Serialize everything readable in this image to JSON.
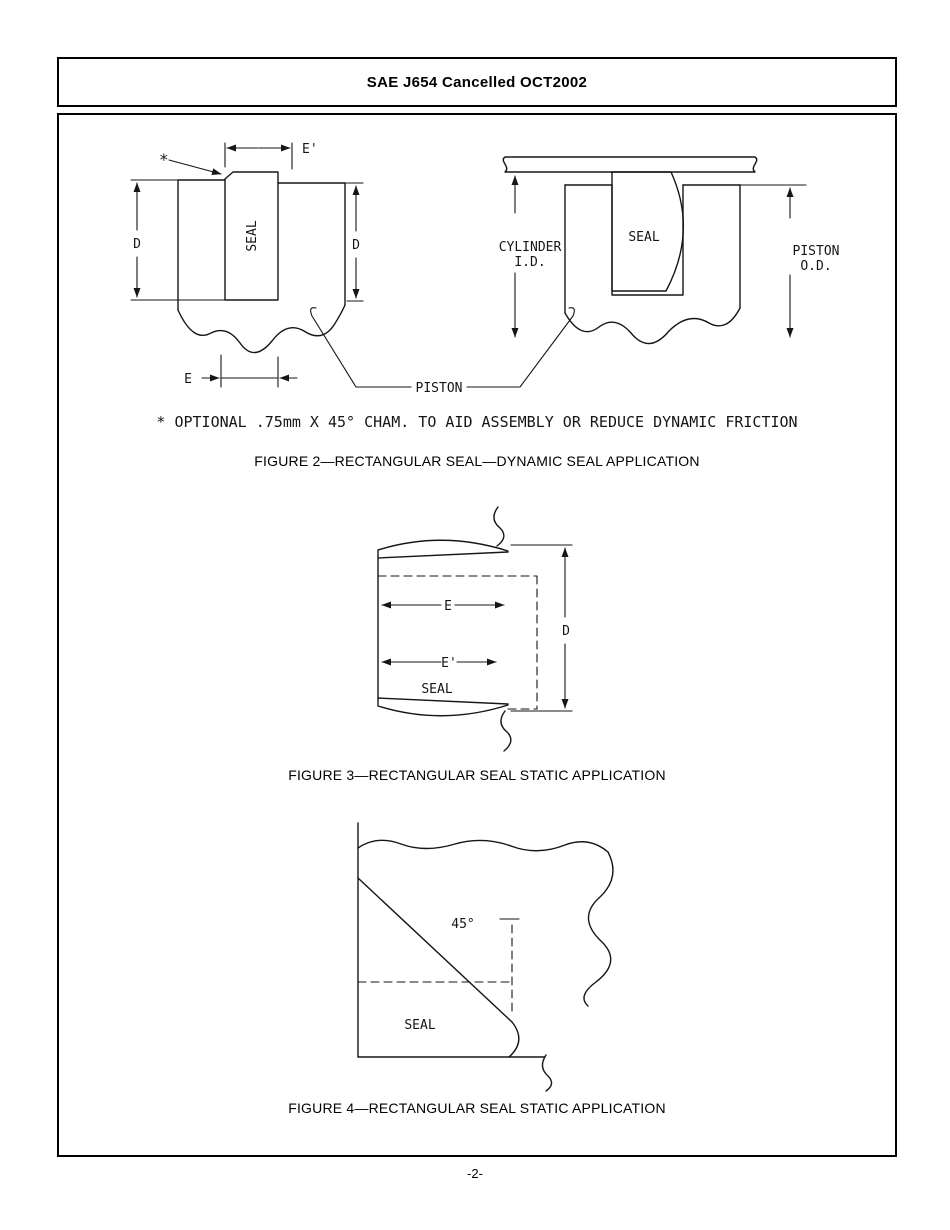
{
  "header": {
    "title": "SAE J654 Cancelled OCT2002"
  },
  "figure2": {
    "labels": {
      "asterisk": "*",
      "e_prime": "E'",
      "e": "E",
      "d_left": "D",
      "d_right": "D",
      "seal_left": "SEAL",
      "seal_right": "SEAL",
      "cylinder_line1": "CYLINDER",
      "cylinder_line2": "I.D.",
      "piston_od_line1": "PISTON",
      "piston_od_line2": "O.D.",
      "piston_leader": "PISTON"
    },
    "note": "* OPTIONAL .75mm X 45° CHAM. TO AID ASSEMBLY OR REDUCE DYNAMIC FRICTION",
    "caption": "FIGURE 2—RECTANGULAR SEAL—DYNAMIC SEAL APPLICATION"
  },
  "figure3": {
    "labels": {
      "e": "E",
      "e_prime": "E'",
      "d": "D",
      "seal": "SEAL"
    },
    "caption": "FIGURE 3—RECTANGULAR SEAL STATIC APPLICATION"
  },
  "figure4": {
    "labels": {
      "angle": "45°",
      "seal": "SEAL"
    },
    "caption": "FIGURE 4—RECTANGULAR SEAL STATIC APPLICATION"
  },
  "footer": {
    "page_number": "-2-"
  }
}
